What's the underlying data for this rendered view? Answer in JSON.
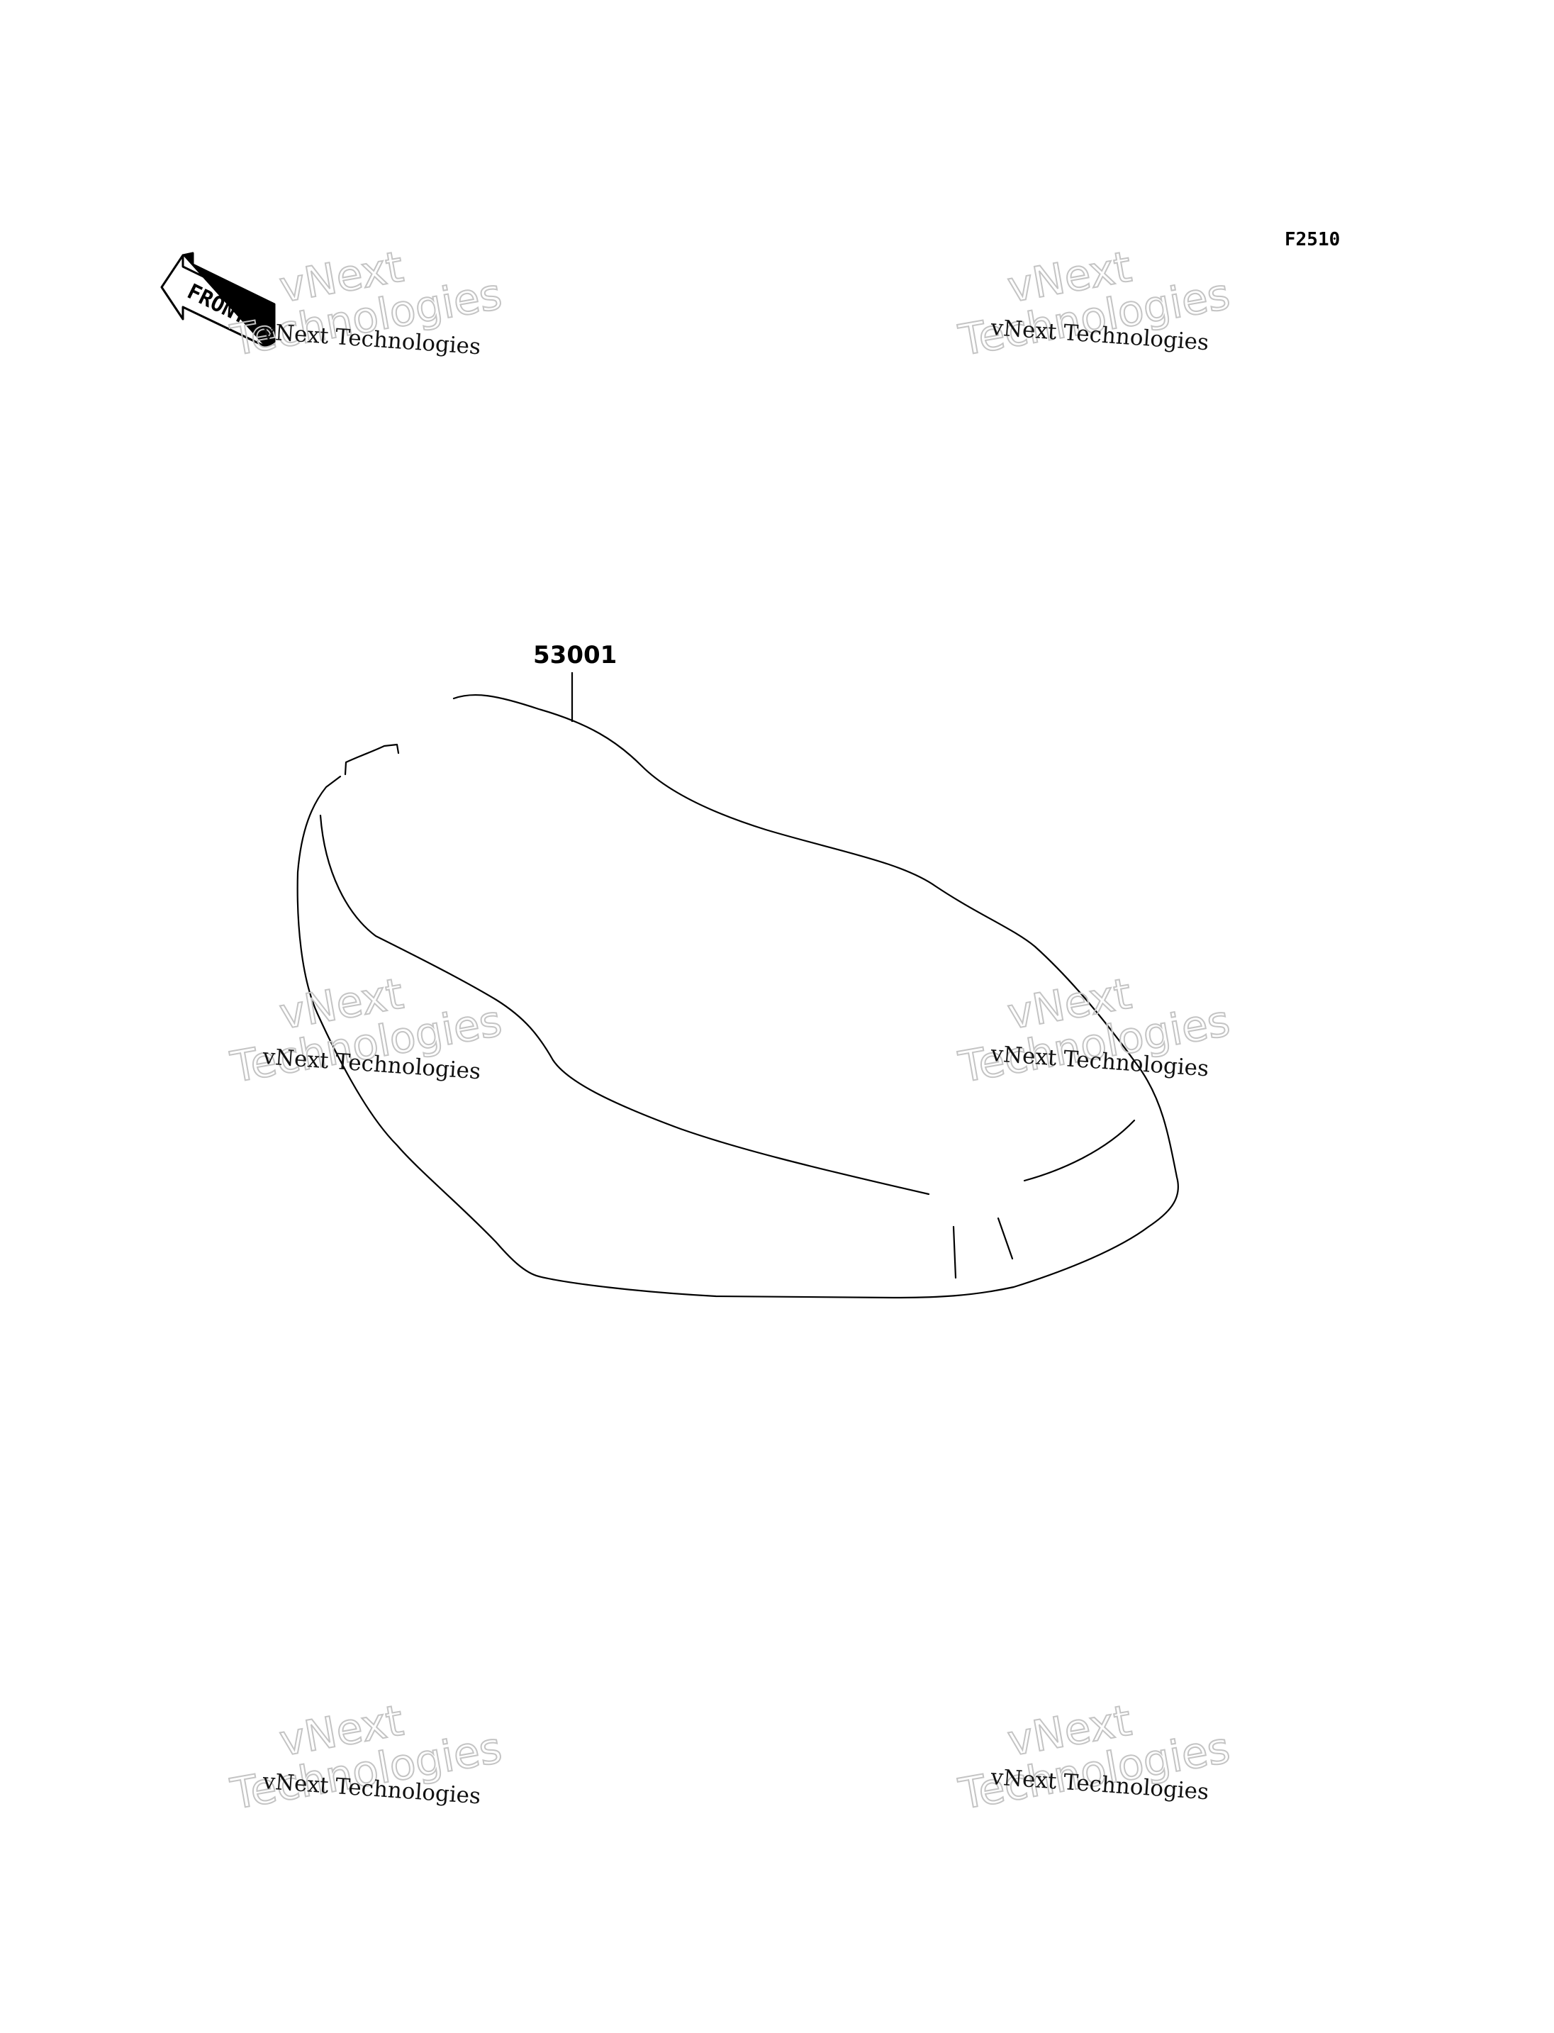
{
  "diagram": {
    "code": "F2510",
    "front_label": "FRONT",
    "parts": [
      {
        "number": "53001"
      }
    ]
  },
  "watermark": {
    "line1": "vNext Technologies",
    "line2_upper": "vNext",
    "line2_lower": "Technologies",
    "color": "#c4c4c4"
  }
}
